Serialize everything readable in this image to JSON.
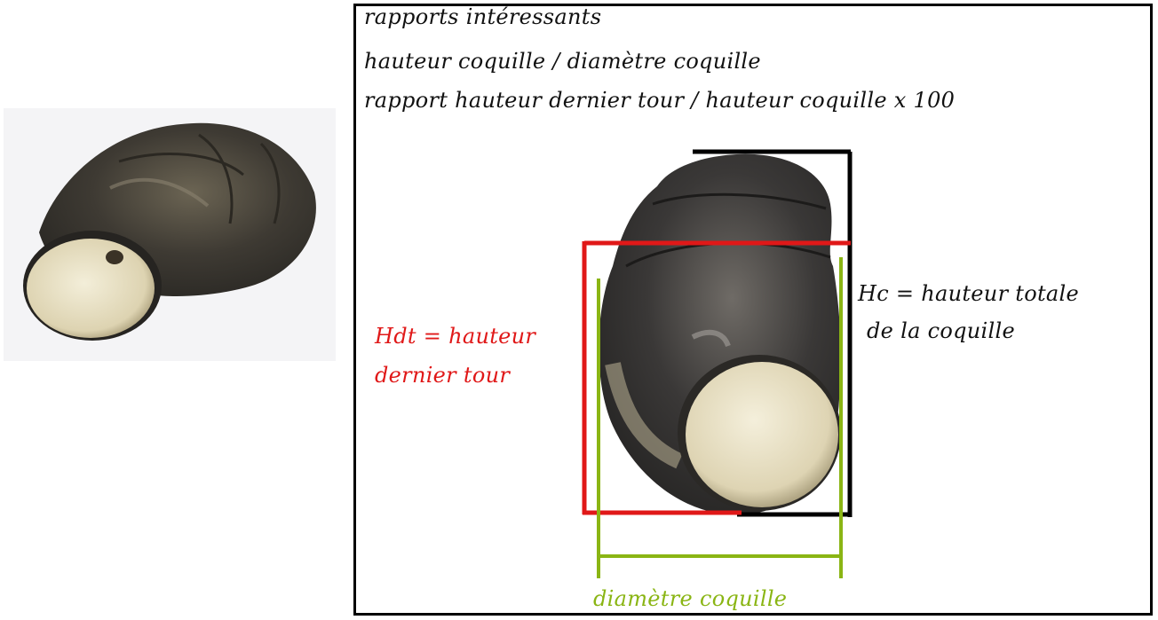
{
  "header_lines": [
    "rapports intéressants",
    "hauteur coquille / diamètre coquille",
    "rapport hauteur dernier tour / hauteur coquille x 100"
  ],
  "labels": {
    "hdt_line1": "Hdt = hauteur",
    "hdt_line2": "dernier tour",
    "hc_line1": "Hc = hauteur totale",
    "hc_line2": "de la coquille",
    "diameter": "diamètre coquille"
  },
  "colors": {
    "hdt": "#e01818",
    "diameter": "#8ab514",
    "hc": "#000000"
  }
}
